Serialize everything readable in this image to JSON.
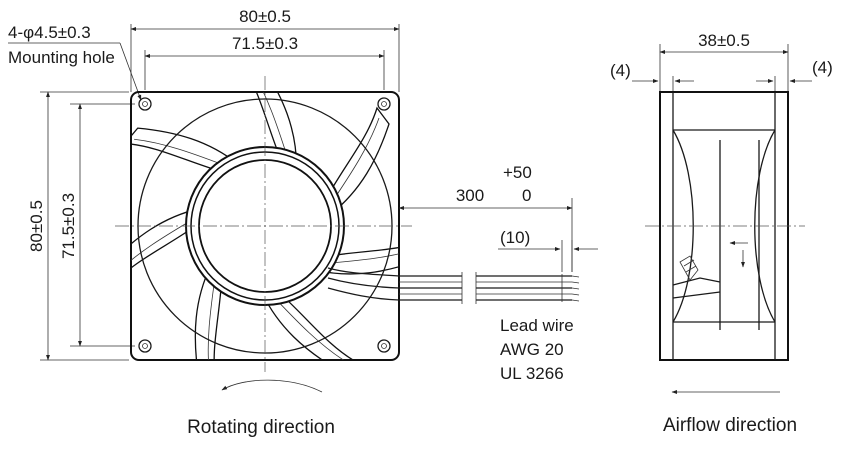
{
  "front_view": {
    "width_dim": "80±0.5",
    "hole_pitch_h": "71.5±0.3",
    "height_dim": "80±0.5",
    "hole_pitch_v": "71.5±0.3",
    "hole_spec": "4-φ4.5±0.3",
    "hole_label": "Mounting hole",
    "lead_length": "300",
    "lead_tol_upper": "+50",
    "lead_tol_lower": "0",
    "strip_length": "(10)",
    "lead_wire_lines": [
      "Lead wire",
      "AWG 20",
      "UL 3266"
    ],
    "rotation_caption": "Rotating direction"
  },
  "side_view": {
    "depth_dim": "38±0.5",
    "flange_left": "(4)",
    "flange_right": "(4)",
    "airflow_caption": "Airflow direction"
  }
}
